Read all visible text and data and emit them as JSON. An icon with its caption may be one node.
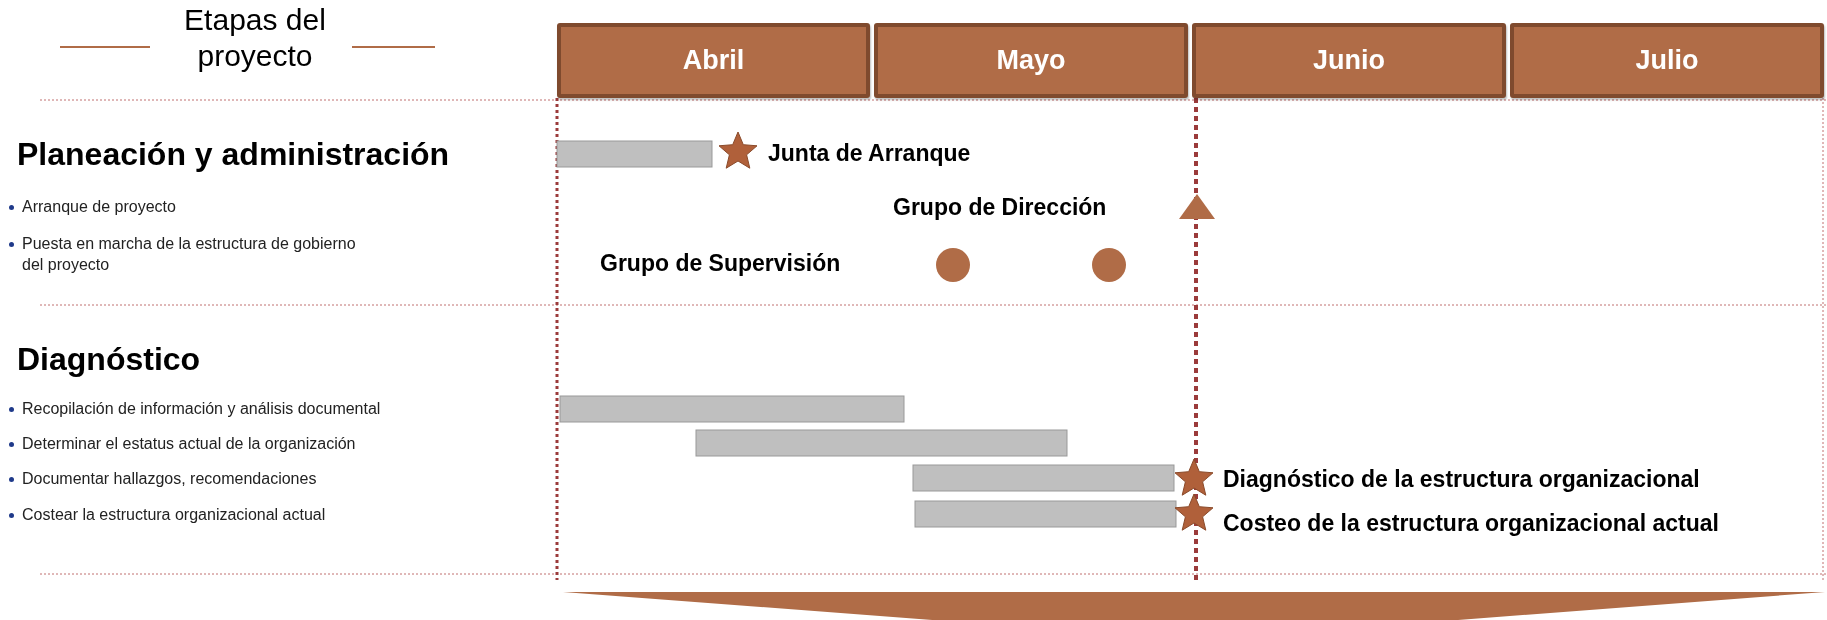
{
  "diagram": {
    "nodes": [
      {
        "text": [
          "Abril"
        ]
      },
      {
        "text": [
          "Mayo"
        ]
      },
      {
        "text": [
          "Junio"
        ]
      },
      {
        "text": [
          "Julio"
        ]
      },
      {
        "text": [],
        "shape": "bar"
      },
      {
        "text": [],
        "shape": "bar"
      },
      {
        "text": [],
        "shape": "bar"
      },
      {
        "text": [],
        "shape": "bar"
      },
      {
        "text": [],
        "shape": "bar"
      }
    ],
    "labels": [
      "Etapas del proyecto",
      "Planeación y administración",
      "Junta de Arranque",
      "Arranque de proyecto",
      "Grupo de Dirección",
      "Puesta en marcha de la estructura de gobierno del proyecto",
      "Grupo de Supervisión",
      "Diagnóstico",
      "Recopilación de información y análisis documental",
      "Determinar el estatus actual de la organización",
      "Documentar hallazgos, recomendaciones",
      "Costear la estructura organizacional actual",
      "Diagnóstico de la estructura organizacional",
      "Costeo de la estructura organizacional actual"
    ]
  }
}
